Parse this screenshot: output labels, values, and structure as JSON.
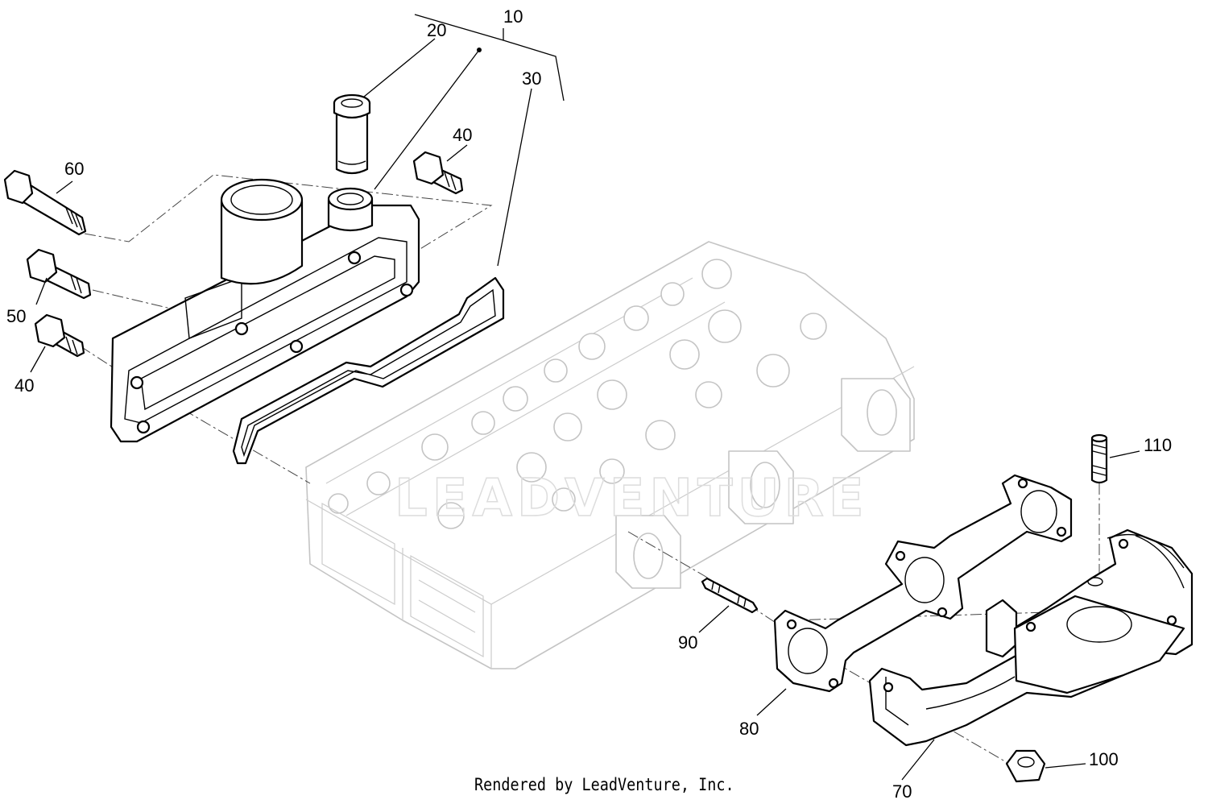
{
  "callouts": {
    "c10": "10",
    "c20": "20",
    "c30": "30",
    "c40a": "40",
    "c40b": "40",
    "c50": "50",
    "c60": "60",
    "c70": "70",
    "c80": "80",
    "c90": "90",
    "c100": "100",
    "c110": "110"
  },
  "watermark": "LEADVENTURE",
  "footer": {
    "credit": "Rendered by LeadVenture, Inc."
  },
  "colors": {
    "line": "#000000",
    "ghost_part": "#c4c4c4",
    "background": "#ffffff"
  }
}
